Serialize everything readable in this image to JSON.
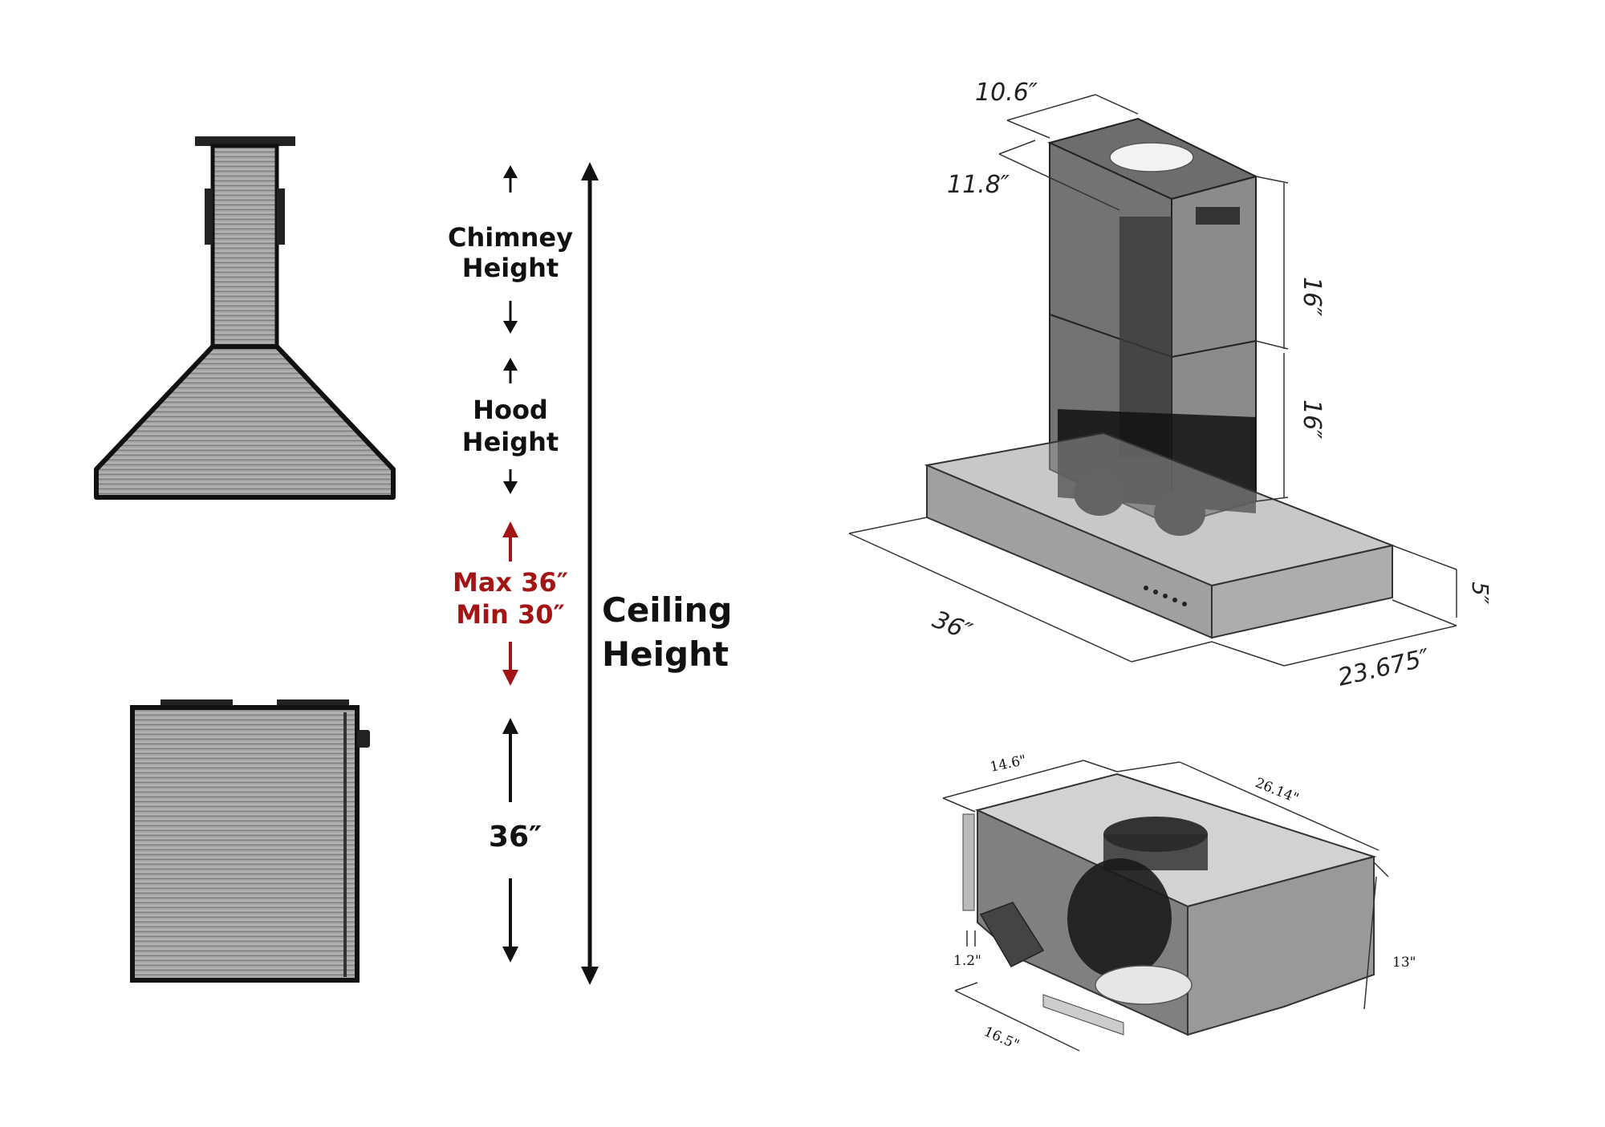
{
  "labels": {
    "chimney_height_line1": "Chimney",
    "chimney_height_line2": "Height",
    "hood_height_line1": "Hood",
    "hood_height_line2": "Height",
    "max_clearance": "Max 36″",
    "min_clearance": "Min 30″",
    "ceiling_height_line1": "Ceiling",
    "ceiling_height_line2": "Height",
    "range_height": "36″"
  },
  "hood_dimensions": {
    "chimney_depth": "10.6″",
    "chimney_width": "11.8″",
    "upper_chimney_height": "16″",
    "lower_chimney_height": "16″",
    "hood_width": "36″",
    "hood_depth": "23.675″",
    "hood_height": "5″"
  },
  "blower_dimensions": {
    "depth_top": "14.6\"",
    "length_top": "26.14\"",
    "height": "13\"",
    "flange": "1.2\"",
    "depth_bottom": "16.5\""
  },
  "colors": {
    "accent_red": "#a31515",
    "outline": "#111111",
    "steel": "#8a8a8a"
  }
}
